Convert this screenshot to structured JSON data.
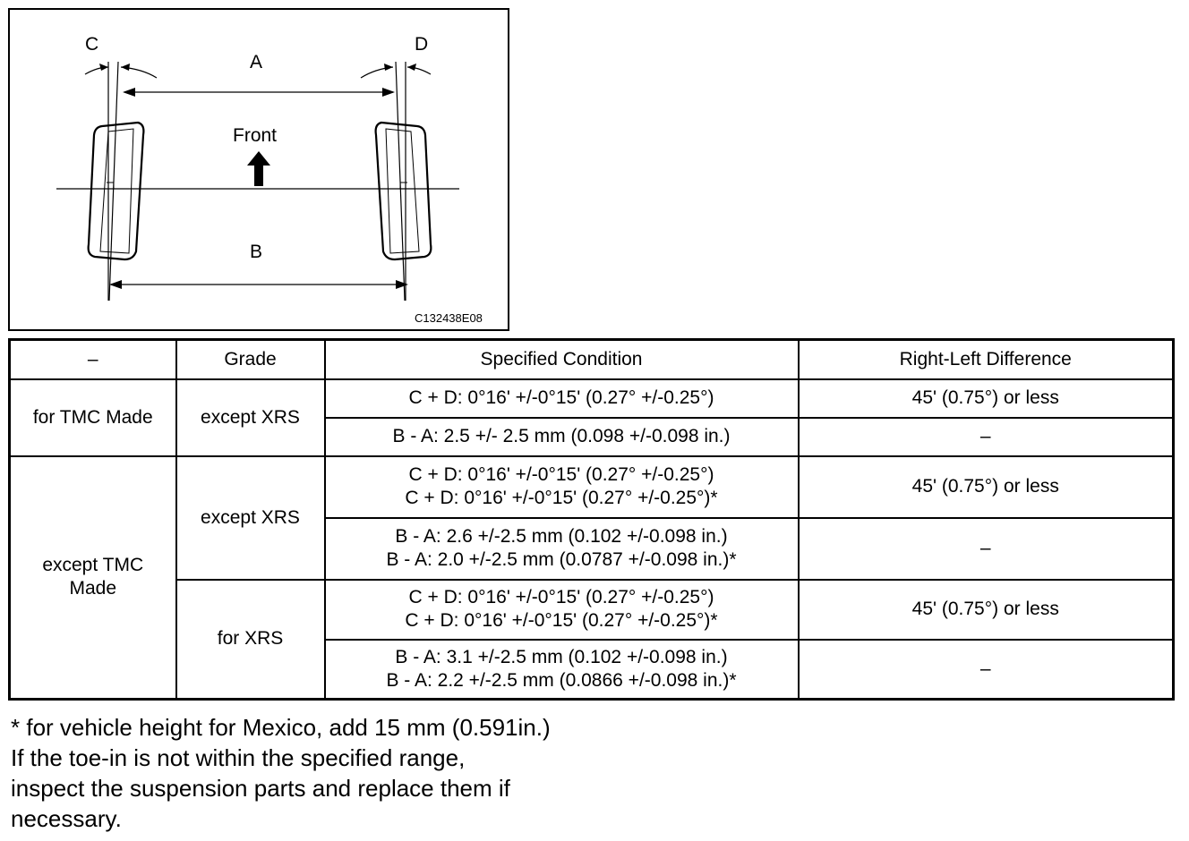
{
  "diagram": {
    "labels": {
      "c": "C",
      "d": "D",
      "a": "A",
      "b": "B",
      "front": "Front"
    },
    "code": "C132438E08"
  },
  "table": {
    "header": {
      "col1": "–",
      "col2": "Grade",
      "col3": "Specified Condition",
      "col4": "Right-Left Difference"
    },
    "groups": [
      {
        "category": "for TMC Made",
        "grades": [
          {
            "grade": "except XRS",
            "rows": [
              {
                "spec": [
                  "C + D: 0°16' +/-0°15' (0.27° +/-0.25°)"
                ],
                "diff": "45' (0.75°) or less"
              },
              {
                "spec": [
                  "B - A: 2.5 +/- 2.5 mm (0.098 +/-0.098 in.)"
                ],
                "diff": "–"
              }
            ]
          }
        ]
      },
      {
        "category": "except TMC Made",
        "grades": [
          {
            "grade": "except XRS",
            "rows": [
              {
                "spec": [
                  "C + D: 0°16' +/-0°15' (0.27° +/-0.25°)",
                  "C + D: 0°16' +/-0°15' (0.27° +/-0.25°)*"
                ],
                "diff": "45' (0.75°) or less"
              },
              {
                "spec": [
                  "B - A: 2.6 +/-2.5 mm (0.102 +/-0.098 in.)",
                  "B - A: 2.0 +/-2.5 mm (0.0787 +/-0.098 in.)*"
                ],
                "diff": "–"
              }
            ]
          },
          {
            "grade": "for XRS",
            "rows": [
              {
                "spec": [
                  "C + D: 0°16' +/-0°15' (0.27° +/-0.25°)",
                  "C + D: 0°16' +/-0°15' (0.27° +/-0.25°)*"
                ],
                "diff": "45' (0.75°) or less"
              },
              {
                "spec": [
                  "B - A: 3.1 +/-2.5 mm (0.102 +/-0.098 in.)",
                  "B - A: 2.2 +/-2.5 mm (0.0866 +/-0.098 in.)*"
                ],
                "diff": "–"
              }
            ]
          }
        ]
      }
    ]
  },
  "notes": [
    "* for vehicle height for Mexico, add 15 mm (0.591in.)",
    "If the toe-in is not within the specified range,",
    "inspect the suspension parts and replace them if",
    "necessary."
  ]
}
